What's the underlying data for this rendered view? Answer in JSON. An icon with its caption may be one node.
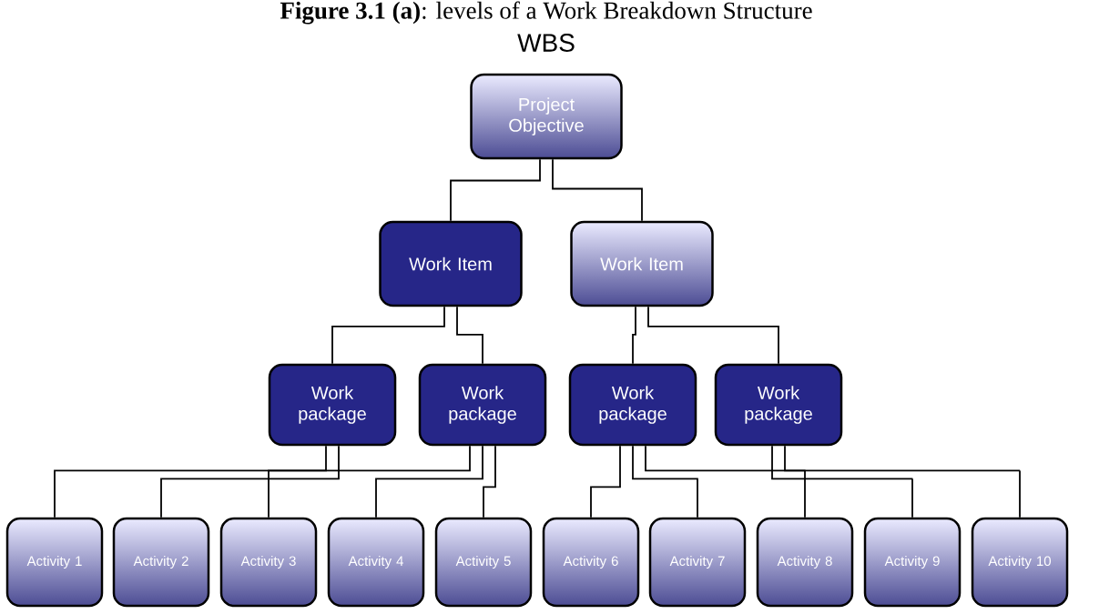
{
  "diagram": {
    "title": "**Figure 3.1 (a)**: levels of a Work Breakdown Structure",
    "nodes": [
      {
        "text": [
          "Project Objective"
        ]
      },
      {
        "text": [
          "Work Item"
        ]
      },
      {
        "text": [
          "Work Item"
        ]
      },
      {
        "text": [
          "Work package"
        ]
      },
      {
        "text": [
          "Work package"
        ]
      },
      {
        "text": [
          "Work package"
        ]
      },
      {
        "text": [
          "Work package"
        ]
      },
      {
        "text": [
          "Activity 1"
        ]
      },
      {
        "text": [
          "Activity 2"
        ]
      },
      {
        "text": [
          "Activity 3"
        ]
      },
      {
        "text": [
          "Activity 4"
        ]
      },
      {
        "text": [
          "Activity 5"
        ]
      },
      {
        "text": [
          "Activity 6"
        ]
      },
      {
        "text": [
          "Activity 7"
        ]
      },
      {
        "text": [
          "Activity 8"
        ]
      },
      {
        "text": [
          "Activity 9"
        ]
      },
      {
        "text": [
          "Activity 10"
        ]
      }
    ],
    "edges": [
      {
        "from": 0,
        "to": 1,
        "arrow": "none"
      },
      {
        "from": 0,
        "to": 2,
        "arrow": "none"
      },
      {
        "from": 1,
        "to": 3,
        "arrow": "none"
      },
      {
        "from": 1,
        "to": 4,
        "arrow": "none"
      },
      {
        "from": 2,
        "to": 5,
        "arrow": "none"
      },
      {
        "from": 2,
        "to": 6,
        "arrow": "none"
      },
      {
        "from": 3,
        "to": 7,
        "arrow": "none"
      },
      {
        "from": 3,
        "to": 8,
        "arrow": "none"
      },
      {
        "from": 4,
        "to": 9,
        "arrow": "none"
      },
      {
        "from": 4,
        "to": 10,
        "arrow": "none"
      },
      {
        "from": 4,
        "to": 11,
        "arrow": "none"
      },
      {
        "from": 5,
        "to": 12,
        "arrow": "none"
      },
      {
        "from": 5,
        "to": 13,
        "arrow": "none"
      },
      {
        "from": 5,
        "to": 14,
        "arrow": "none"
      },
      {
        "from": 6,
        "to": 15,
        "arrow": "none"
      },
      {
        "from": 6,
        "to": 16,
        "arrow": "none"
      }
    ],
    "labels": [
      "WBS"
    ]
  }
}
